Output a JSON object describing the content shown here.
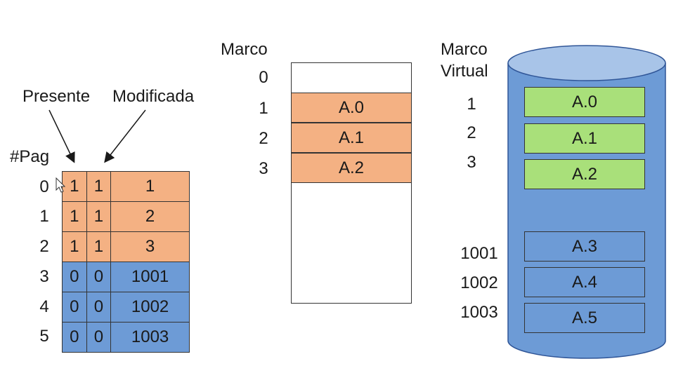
{
  "labels": {
    "presente": "Presente",
    "modificada": "Modificada",
    "pag": "#Pag",
    "marco": "Marco",
    "marco_virtual_1": "Marco",
    "marco_virtual_2": "Virtual"
  },
  "page_table": {
    "rows": [
      {
        "page": "0",
        "presente": "1",
        "modificada": "1",
        "marco": "1"
      },
      {
        "page": "1",
        "presente": "1",
        "modificada": "1",
        "marco": "2"
      },
      {
        "page": "2",
        "presente": "1",
        "modificada": "1",
        "marco": "3"
      },
      {
        "page": "3",
        "presente": "0",
        "modificada": "0",
        "marco": "1001"
      },
      {
        "page": "4",
        "presente": "0",
        "modificada": "0",
        "marco": "1002"
      },
      {
        "page": "5",
        "presente": "0",
        "modificada": "0",
        "marco": "1003"
      }
    ]
  },
  "memory": {
    "frame_numbers": [
      "0",
      "1",
      "2",
      "3"
    ],
    "cells": [
      "A.0",
      "A.1",
      "A.2"
    ]
  },
  "virtual": {
    "frame_numbers": [
      "1",
      "2",
      "3",
      "1001",
      "1002",
      "1003"
    ],
    "blocks": [
      "A.0",
      "A.1",
      "A.2",
      "A.3",
      "A.4",
      "A.5"
    ]
  },
  "colors": {
    "present": "#f4b183",
    "absent": "#6d9bd6",
    "disk_loaded": "#a9e07a",
    "disk": "#6d9bd6"
  }
}
